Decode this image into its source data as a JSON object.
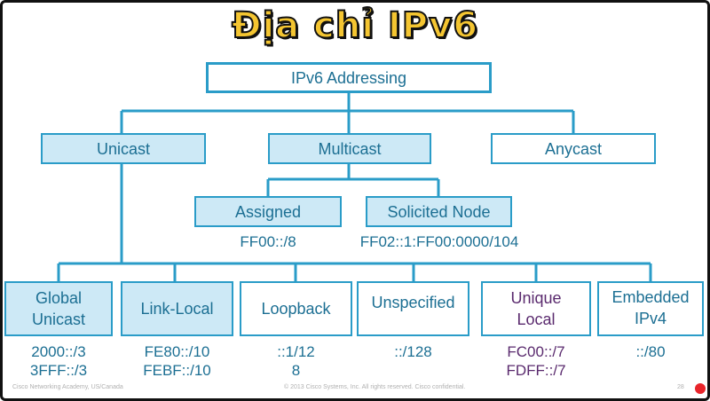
{
  "title": "Địa chỉ IPv6",
  "root": "IPv6 Addressing",
  "categories": {
    "unicast": "Unicast",
    "multicast": "Multicast",
    "anycast": "Anycast"
  },
  "multicast_children": {
    "assigned": {
      "label": "Assigned",
      "addr": "FF00::/8"
    },
    "solicited": {
      "label": "Solicited Node",
      "addr": "FF02::1:FF00:0000/104"
    }
  },
  "unicast_children": {
    "global": {
      "label": "Global\nUnicast",
      "addr": "2000::/3\n3FFF::/3"
    },
    "link_local": {
      "label": "Link-Local",
      "addr": "FE80::/10\nFEBF::/10"
    },
    "loopback": {
      "label": "Loopback",
      "addr": "::1/12\n8"
    },
    "unspecified": {
      "label": "Unspecified",
      "addr": "::/128"
    },
    "unique_local": {
      "label": "Unique\nLocal",
      "addr": "FC00::/7\nFDFF::/7"
    },
    "embedded": {
      "label": "Embedded\nIPv4",
      "addr": "::/80"
    }
  },
  "footer": {
    "left": "Cisco Networking Academy, US/Canada",
    "center": "© 2013 Cisco Systems, Inc. All rights reserved. Cisco confidential.",
    "page": "28"
  },
  "colors": {
    "box_border": "#2a9cc8",
    "box_fill": "#cde9f6",
    "text_blue": "#1c6f93",
    "text_purple": "#5a2a6e",
    "title_yellow": "#f4c531"
  }
}
